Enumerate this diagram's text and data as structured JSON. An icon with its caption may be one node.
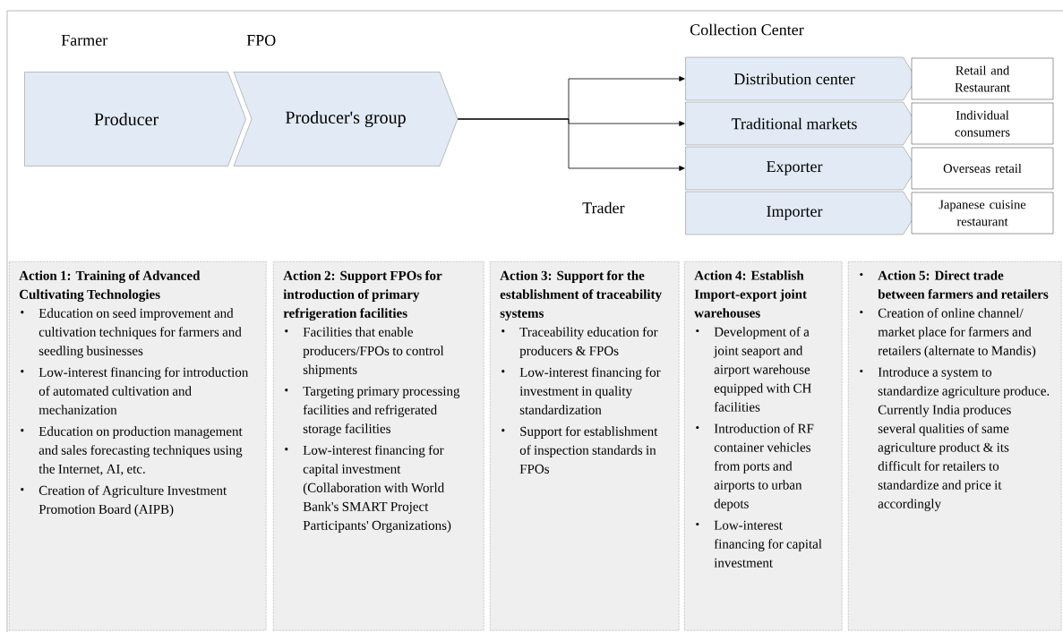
{
  "diagram": {
    "nodes": [
      {
        "text": [
          "Producer"
        ],
        "beside": [
          "Farmer"
        ]
      },
      {
        "text": [
          "Producer's group"
        ],
        "beside": [
          "FPO"
        ]
      },
      {
        "text": [
          "Distribution center"
        ]
      },
      {
        "text": [
          "Traditional markets"
        ]
      },
      {
        "text": [
          "Exporter"
        ]
      },
      {
        "text": [
          "Importer"
        ]
      },
      {
        "text": [
          "Retail and Restaurant"
        ]
      },
      {
        "text": [
          "Individual consumers"
        ]
      },
      {
        "text": [
          "Overseas retail"
        ]
      },
      {
        "text": [
          "Japanese cuisine restaurant"
        ]
      },
      {
        "text": [
          "Action 1: Training of Advanced Cultivating Technologies",
          "Education on seed improvement and cultivation techniques for farmers and seedling businesses",
          "Low-interest financing for introduction of automated cultivation and mechanization",
          "Education on production management and sales forecasting techniques using the Internet, AI, etc.",
          "Creation of Agriculture Investment Promotion Board (AIPB)"
        ]
      },
      {
        "text": [
          "Action 2: Support FPOs for introduction of primary refrigeration facilities",
          "Facilities that enable producers/FPOs to control shipments",
          "Targeting primary processing facilities and refrigerated storage facilities",
          "Low-interest financing for capital investment (Collaboration with World Bank's SMART Project Participants' Organizations)"
        ]
      },
      {
        "text": [
          "Action 3: Support for the establishment of traceability systems",
          "Traceability education for producers & FPOs",
          "Low-interest financing for investment in quality standardization",
          "Support for establishment of inspection standards in FPOs"
        ]
      },
      {
        "text": [
          "Action 4: Establish Import-export joint warehouses",
          "Development of a joint seaport and airport warehouse equipped with CH facilities",
          "Introduction of RF container vehicles from ports and airports to urban depots",
          "Low-interest financing for capital investment"
        ]
      },
      {
        "text": [
          "Action 5: Direct trade between farmers and retailers",
          "Creation of online channel/ market place for farmers and retailers (alternate to Mandis)",
          "Introduce a system to standardize agriculture produce. Currently India produces several qualities of same agriculture product & its difficult for retailers to standardize and price it accordingly"
        ]
      }
    ],
    "edges": [
      {
        "from": 1,
        "to": 2,
        "arrow": "to"
      },
      {
        "from": 1,
        "to": 3,
        "arrow": "to"
      },
      {
        "from": 1,
        "to": 4,
        "arrow": "to"
      }
    ],
    "labels": [
      "Collection Center",
      "Trader"
    ]
  }
}
